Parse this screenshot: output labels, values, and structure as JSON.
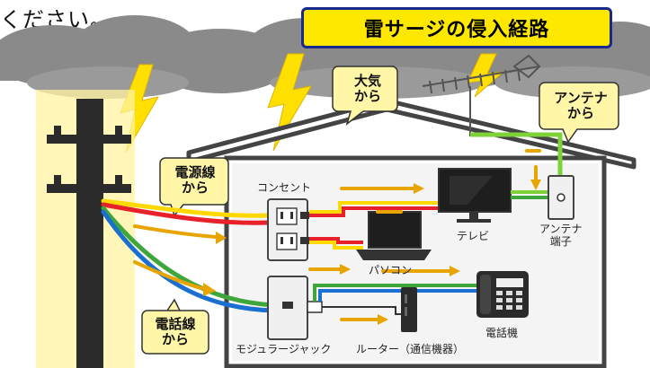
{
  "top_note": "ください。",
  "title": "雷サージの侵入経路",
  "bubbles": {
    "atmosphere": "大気\nから",
    "antenna": "アンテナ\nから",
    "power_line": "電源線\nから",
    "phone_line": "電話線\nから"
  },
  "labels": {
    "outlet": "コンセント",
    "tv": "テレビ",
    "antenna_terminal": "アンテナ\n端子",
    "pc": "パソコン",
    "modular_jack": "モジュラージャック",
    "router": "ルーター（通信機器）",
    "telephone": "電話機"
  },
  "colors": {
    "cloud": "#8a8a8a",
    "lightning": "#ffe000",
    "pole": "#2b2b2b",
    "power_red": "#e8202a",
    "power_yellow": "#ffd800",
    "phone_blue": "#1a6fd0",
    "phone_green": "#3ea63a",
    "antenna_green": "#7fd13a",
    "arrow": "#e8a400",
    "bubble": "#fff6a8",
    "title_bg": "#ffe800",
    "title_border": "#1a2a8c"
  }
}
